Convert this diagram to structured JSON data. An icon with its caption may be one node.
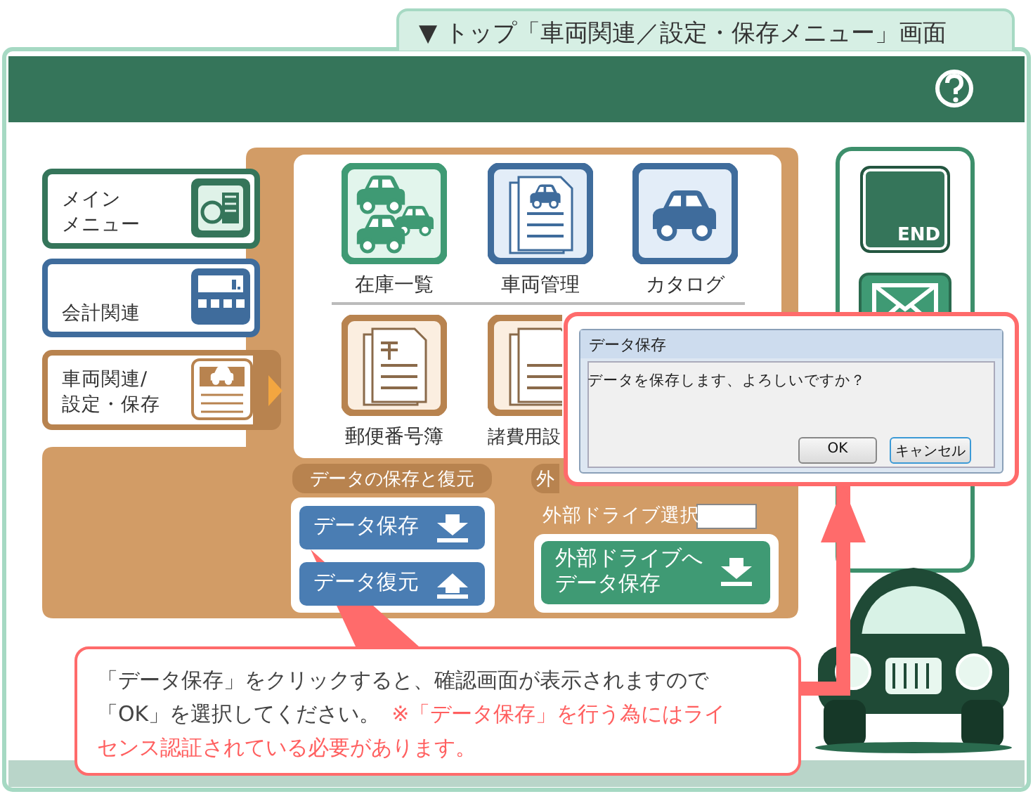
{
  "diagram": {
    "nodes": [
      {
        "text": [
          "▼ トップ「車両関連／設定・保存メニュー」画面"
        ]
      },
      {
        "text": [
          "メインメニュー"
        ]
      },
      {
        "text": [
          "会計関連"
        ]
      },
      {
        "text": [
          "車両関連/ 設定・保存"
        ]
      },
      {
        "text": [
          "在庫一覧"
        ]
      },
      {
        "text": [
          "車両管理"
        ]
      },
      {
        "text": [
          "カタログ"
        ]
      },
      {
        "text": [
          "郵便番号簿"
        ]
      },
      {
        "text": [
          "諸費用設"
        ]
      },
      {
        "text": [
          "データの保存と復元"
        ]
      },
      {
        "text": [
          "データ保存"
        ]
      },
      {
        "text": [
          "データ復元"
        ]
      },
      {
        "text": [
          "外"
        ]
      },
      {
        "text": [
          "外部ドライブへデータ保存"
        ]
      },
      {
        "text": [
          "END"
        ]
      },
      {
        "text": [
          "データ保存",
          "データを保存します、よろしいですか？"
        ]
      },
      {
        "text": [
          "OK"
        ],
        "in": 15
      },
      {
        "text": [
          "キャンセル"
        ],
        "in": 15
      },
      {
        "text": [
          "「データ保存」をクリックすると、確認画面が表示されますので「OK」を選択してください。",
          "※「データ保存」を行う為にはライセンス認証されている必要があります。"
        ]
      }
    ],
    "edges": [
      {
        "from": 18,
        "to": 10,
        "arrow": "none"
      },
      {
        "from": 18,
        "to": 15,
        "arrow": "to"
      }
    ],
    "labels": [
      "外部ドライブ選択"
    ]
  }
}
